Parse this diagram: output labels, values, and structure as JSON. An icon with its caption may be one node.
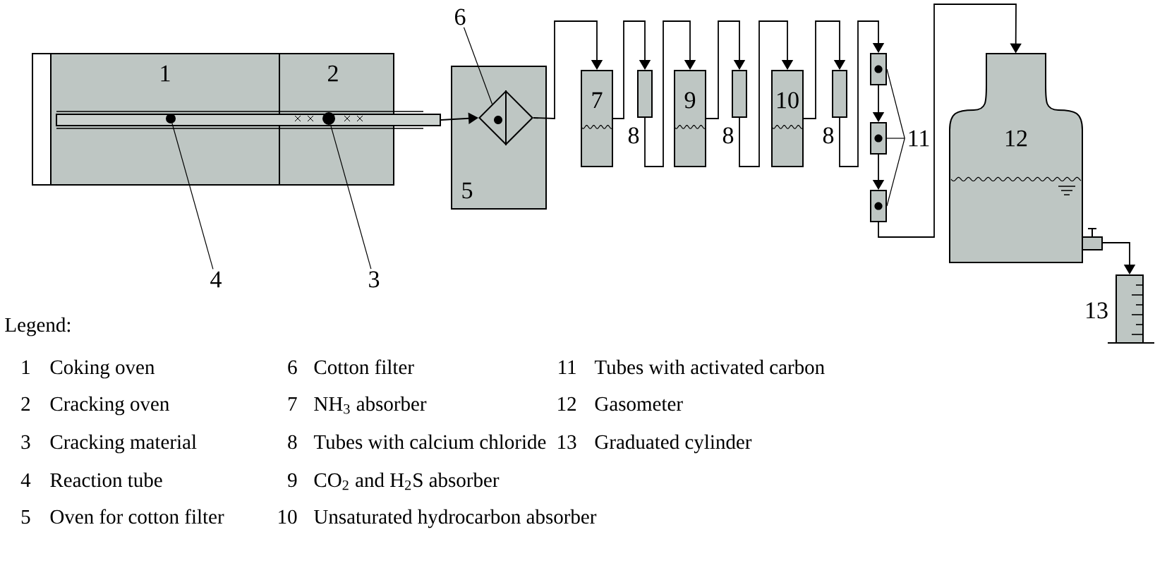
{
  "diagram": {
    "nodes": [
      {
        "text": [
          "1"
        ]
      },
      {
        "text": [
          "2"
        ]
      },
      {
        "text": [],
        "shape": "bar"
      },
      {
        "text": [],
        "shape": "circle"
      },
      {
        "text": [],
        "shape": "circle"
      },
      {
        "text": [
          "4"
        ]
      },
      {
        "text": [
          "3"
        ]
      },
      {
        "text": [
          "5"
        ]
      },
      {
        "text": [
          "6"
        ]
      },
      {
        "text": [],
        "shape": "diamond",
        "in": 7
      },
      {
        "text": [
          "7"
        ]
      },
      {
        "text": [],
        "shape": "box",
        "beside": [
          "8"
        ]
      },
      {
        "text": [
          "9"
        ]
      },
      {
        "text": [],
        "shape": "box",
        "beside": [
          "8"
        ]
      },
      {
        "text": [
          "10"
        ]
      },
      {
        "text": [],
        "shape": "box",
        "beside": [
          "8"
        ]
      },
      {
        "text": [
          "11"
        ]
      },
      {
        "text": [],
        "shape": "box"
      },
      {
        "text": [],
        "shape": "box"
      },
      {
        "text": [],
        "shape": "box"
      },
      {
        "text": [
          "12"
        ]
      },
      {
        "text": [
          "13"
        ]
      }
    ],
    "edges": [
      {
        "from": 2,
        "to": 9,
        "arrow": "to"
      },
      {
        "from": 9,
        "to": 10,
        "arrow": "to"
      },
      {
        "from": 10,
        "to": 11,
        "arrow": "to"
      },
      {
        "from": 11,
        "to": 12,
        "arrow": "to"
      },
      {
        "from": 12,
        "to": 13,
        "arrow": "to"
      },
      {
        "from": 13,
        "to": 14,
        "arrow": "to"
      },
      {
        "from": 14,
        "to": 15,
        "arrow": "to"
      },
      {
        "from": 15,
        "to": 17,
        "arrow": "to"
      },
      {
        "from": 17,
        "to": 18,
        "arrow": "to"
      },
      {
        "from": 18,
        "to": 19,
        "arrow": "to"
      },
      {
        "from": 19,
        "to": 20,
        "arrow": "to"
      },
      {
        "from": 20,
        "to": 21,
        "arrow": "to"
      },
      {
        "from": 5,
        "to": 3,
        "arrow": "none"
      },
      {
        "from": 6,
        "to": 4,
        "arrow": "none"
      },
      {
        "from": 8,
        "to": 9,
        "arrow": "none"
      },
      {
        "from": 16,
        "to": 17,
        "arrow": "none"
      },
      {
        "from": 16,
        "to": 18,
        "arrow": "none"
      },
      {
        "from": 16,
        "to": 19,
        "arrow": "none"
      }
    ],
    "labels": [
      "Legend:",
      "1",
      "Coking oven",
      "6",
      "Cotton filter",
      "11",
      "Tubes with activated carbon",
      "2",
      "Cracking oven",
      "7",
      "NH$_{3}$ absorber",
      "12",
      "Gasometer",
      "3",
      "Cracking material",
      "8",
      "Tubes with calcium chloride",
      "13",
      "Graduated cylinder",
      "4",
      "Reaction tube",
      "9",
      "CO$_{2}$ and H$_{2}$S absorber",
      "5",
      "Oven for cotton filter",
      "10",
      "Unsaturated hydrocarbon absorber"
    ]
  }
}
